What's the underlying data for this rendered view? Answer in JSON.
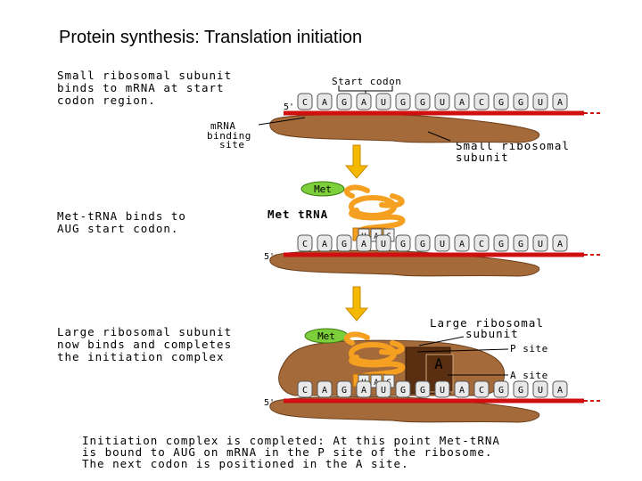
{
  "slide": {
    "title": "Protein synthesis: Translation initiation"
  },
  "panel1": {
    "caption": [
      "Small ribosomal subunit",
      "binds to mRNA at start",
      "codon region."
    ],
    "start_codon_label": "Start codon",
    "mrna_site_label": [
      "mRNA",
      "binding",
      "site"
    ],
    "five_prime": "5'",
    "subunit_label": [
      "Small ribosomal",
      "subunit"
    ],
    "bases": [
      "C",
      "A",
      "G",
      "A",
      "U",
      "G",
      "G",
      "U",
      "A",
      "C",
      "G",
      "G",
      "U",
      "A"
    ]
  },
  "panel2": {
    "caption": [
      "Met-tRNA binds to",
      "AUG start codon."
    ],
    "met_label": "Met",
    "trna_label": "Met  tRNA",
    "anticodon": [
      "U",
      "A",
      "C"
    ],
    "five_prime": "5'",
    "bases": [
      "C",
      "A",
      "G",
      "A",
      "U",
      "G",
      "G",
      "U",
      "A",
      "C",
      "G",
      "G",
      "U",
      "A"
    ]
  },
  "panel3": {
    "caption": [
      "Large ribosomal subunit",
      "now binds and completes",
      "the initiation complex"
    ],
    "large_subunit_label": [
      "Large ribosomal",
      "subunit"
    ],
    "met_label": "Met",
    "p_site_label": "P site",
    "a_site_label": "A site",
    "a_letter": "A",
    "anticodon": [
      "U",
      "A",
      "C"
    ],
    "five_prime": "5'",
    "bases": [
      "C",
      "A",
      "G",
      "A",
      "U",
      "G",
      "G",
      "U",
      "A",
      "C",
      "G",
      "G",
      "U",
      "A"
    ]
  },
  "footer": {
    "lines": [
      "Initiation complex is completed: At this point Met-tRNA",
      "is bound to AUG on mRNA in the P site of the ribosome.",
      "The next codon is positioned in the A site."
    ]
  },
  "colors": {
    "mrna": "#d01010",
    "subunit": "#a46a3a",
    "arrow": "#f5b800",
    "met": "#7ccf3a",
    "trna": "#f5a020"
  }
}
